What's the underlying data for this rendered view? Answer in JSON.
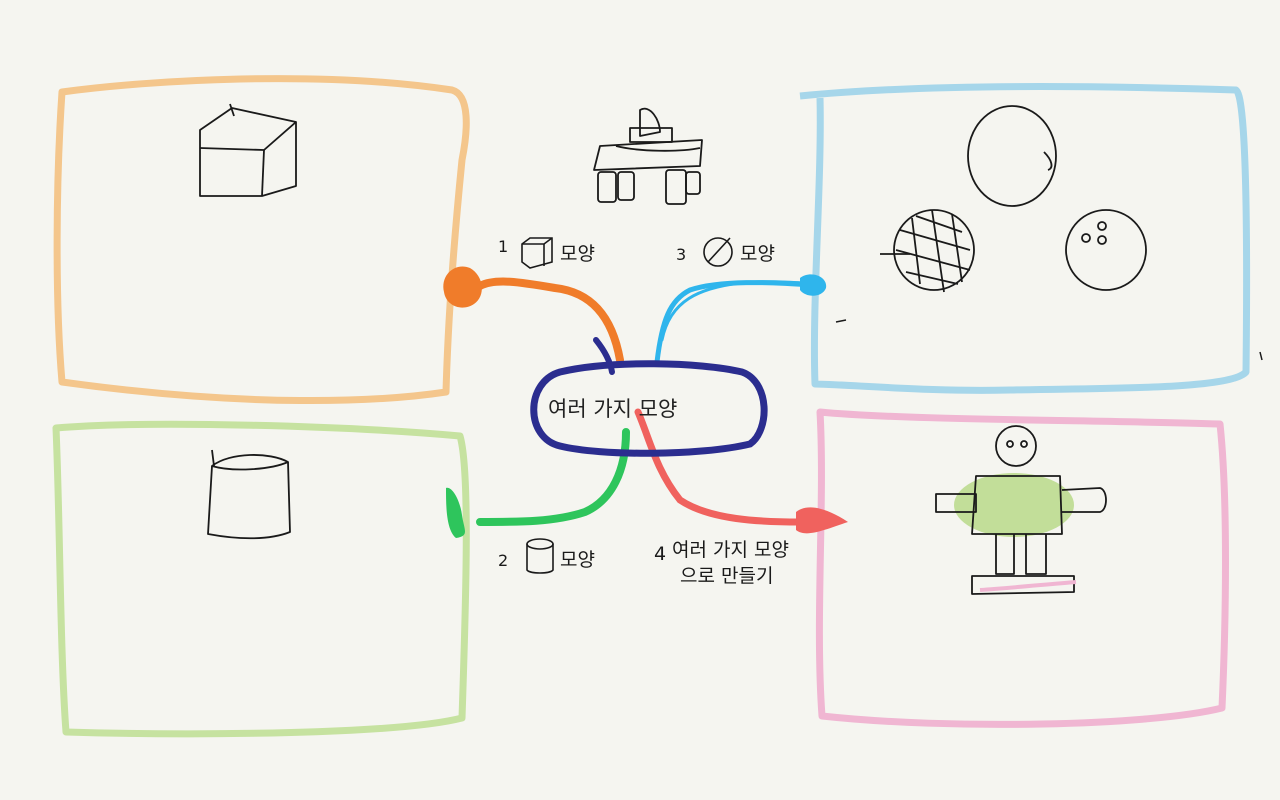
{
  "center": {
    "label": "여러 가지 모양 ",
    "color": "#2b2d8f"
  },
  "branches": [
    {
      "id": "box",
      "number": "1",
      "label": "모양",
      "color": "#f07c2a",
      "frame_color": "#f4c68c"
    },
    {
      "id": "ball",
      "number": "3",
      "label": "모양",
      "color": "#2fb5ec",
      "frame_color": "#a6d6ea"
    },
    {
      "id": "cylinder",
      "number": "2",
      "label": "모양",
      "color": "#2ec55c",
      "frame_color": "#c6e2a0"
    },
    {
      "id": "make",
      "number": "4",
      "label_line1": "여러 가지 모양",
      "label_line2": "으로 만들기",
      "color": "#f0625e",
      "frame_color": "#f0b6d2"
    }
  ],
  "robot_fill_color": "#b9d98a"
}
